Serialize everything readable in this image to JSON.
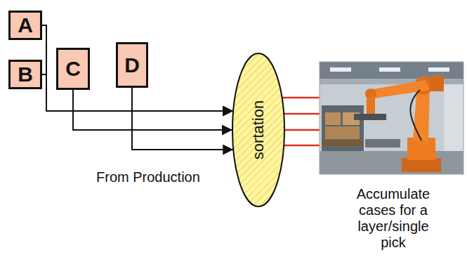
{
  "diagram": {
    "nodes": [
      {
        "text": [
          "A"
        ]
      },
      {
        "text": [
          "B"
        ]
      },
      {
        "text": [
          "C"
        ]
      },
      {
        "text": [
          "D"
        ]
      },
      {
        "text": [
          "sortation"
        ]
      }
    ],
    "edges": [
      {
        "from": 0,
        "to": 4,
        "arrow": "to"
      },
      {
        "from": 1,
        "to": 4,
        "arrow": "to"
      },
      {
        "from": 2,
        "to": 4,
        "arrow": "to"
      },
      {
        "from": 3,
        "to": 4,
        "arrow": "to"
      }
    ],
    "labels": [
      "From Production",
      "Accumulate cases for a layer/single pick"
    ]
  }
}
